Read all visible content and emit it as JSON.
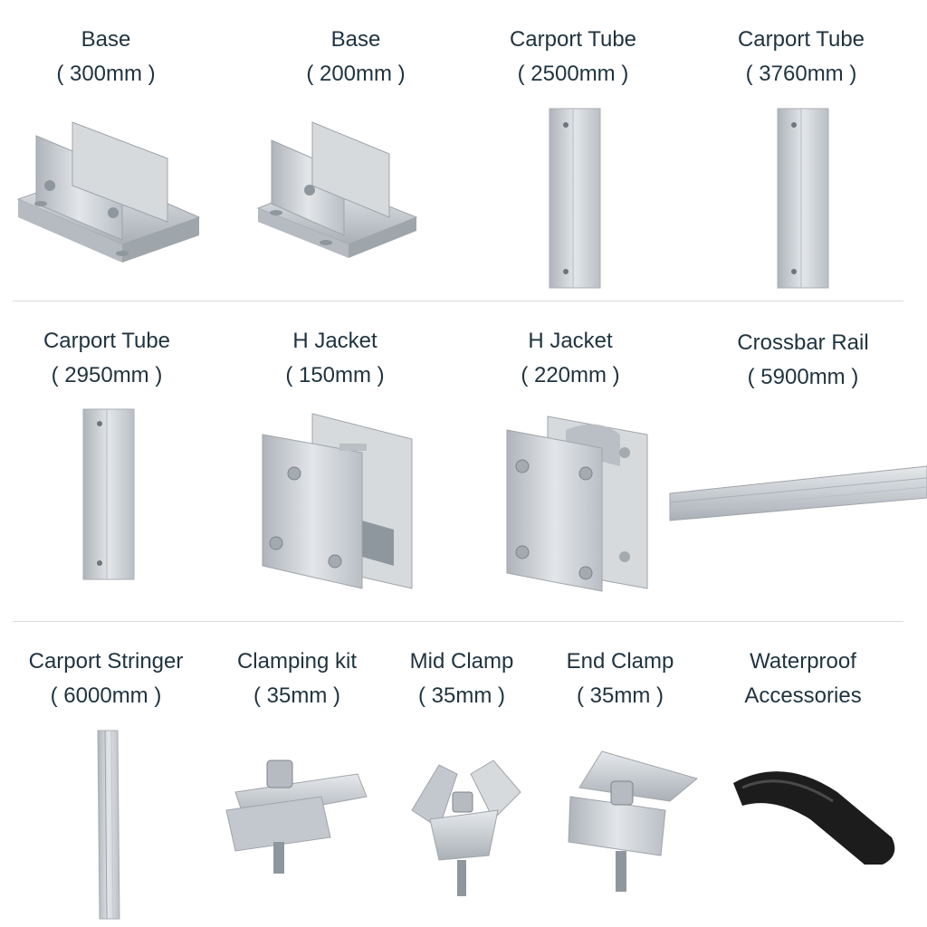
{
  "products": [
    {
      "name": "Base",
      "size": "( 300mm )"
    },
    {
      "name": "Base",
      "size": "( 200mm )"
    },
    {
      "name": "Carport Tube",
      "size": "( 2500mm )"
    },
    {
      "name": "Carport Tube",
      "size": "( 3760mm )"
    },
    {
      "name": "Carport Tube",
      "size": "( 2950mm )"
    },
    {
      "name": "H Jacket",
      "size": "( 150mm )"
    },
    {
      "name": "H Jacket",
      "size": "( 220mm )"
    },
    {
      "name": "Crossbar Rail",
      "size": "( 5900mm )"
    },
    {
      "name": "Carport Stringer",
      "size": "( 6000mm )"
    },
    {
      "name": "Clamping kit",
      "size": "( 35mm )"
    },
    {
      "name": "Mid Clamp",
      "size": "( 35mm )"
    },
    {
      "name": "End Clamp",
      "size": "( 35mm )"
    },
    {
      "name": "Waterproof",
      "size": "Accessories"
    }
  ],
  "colors": {
    "text": "#1f3340",
    "metal": "#c9ced3",
    "metal_dark": "#9ea5ab",
    "rubber": "#1c1c1c"
  }
}
